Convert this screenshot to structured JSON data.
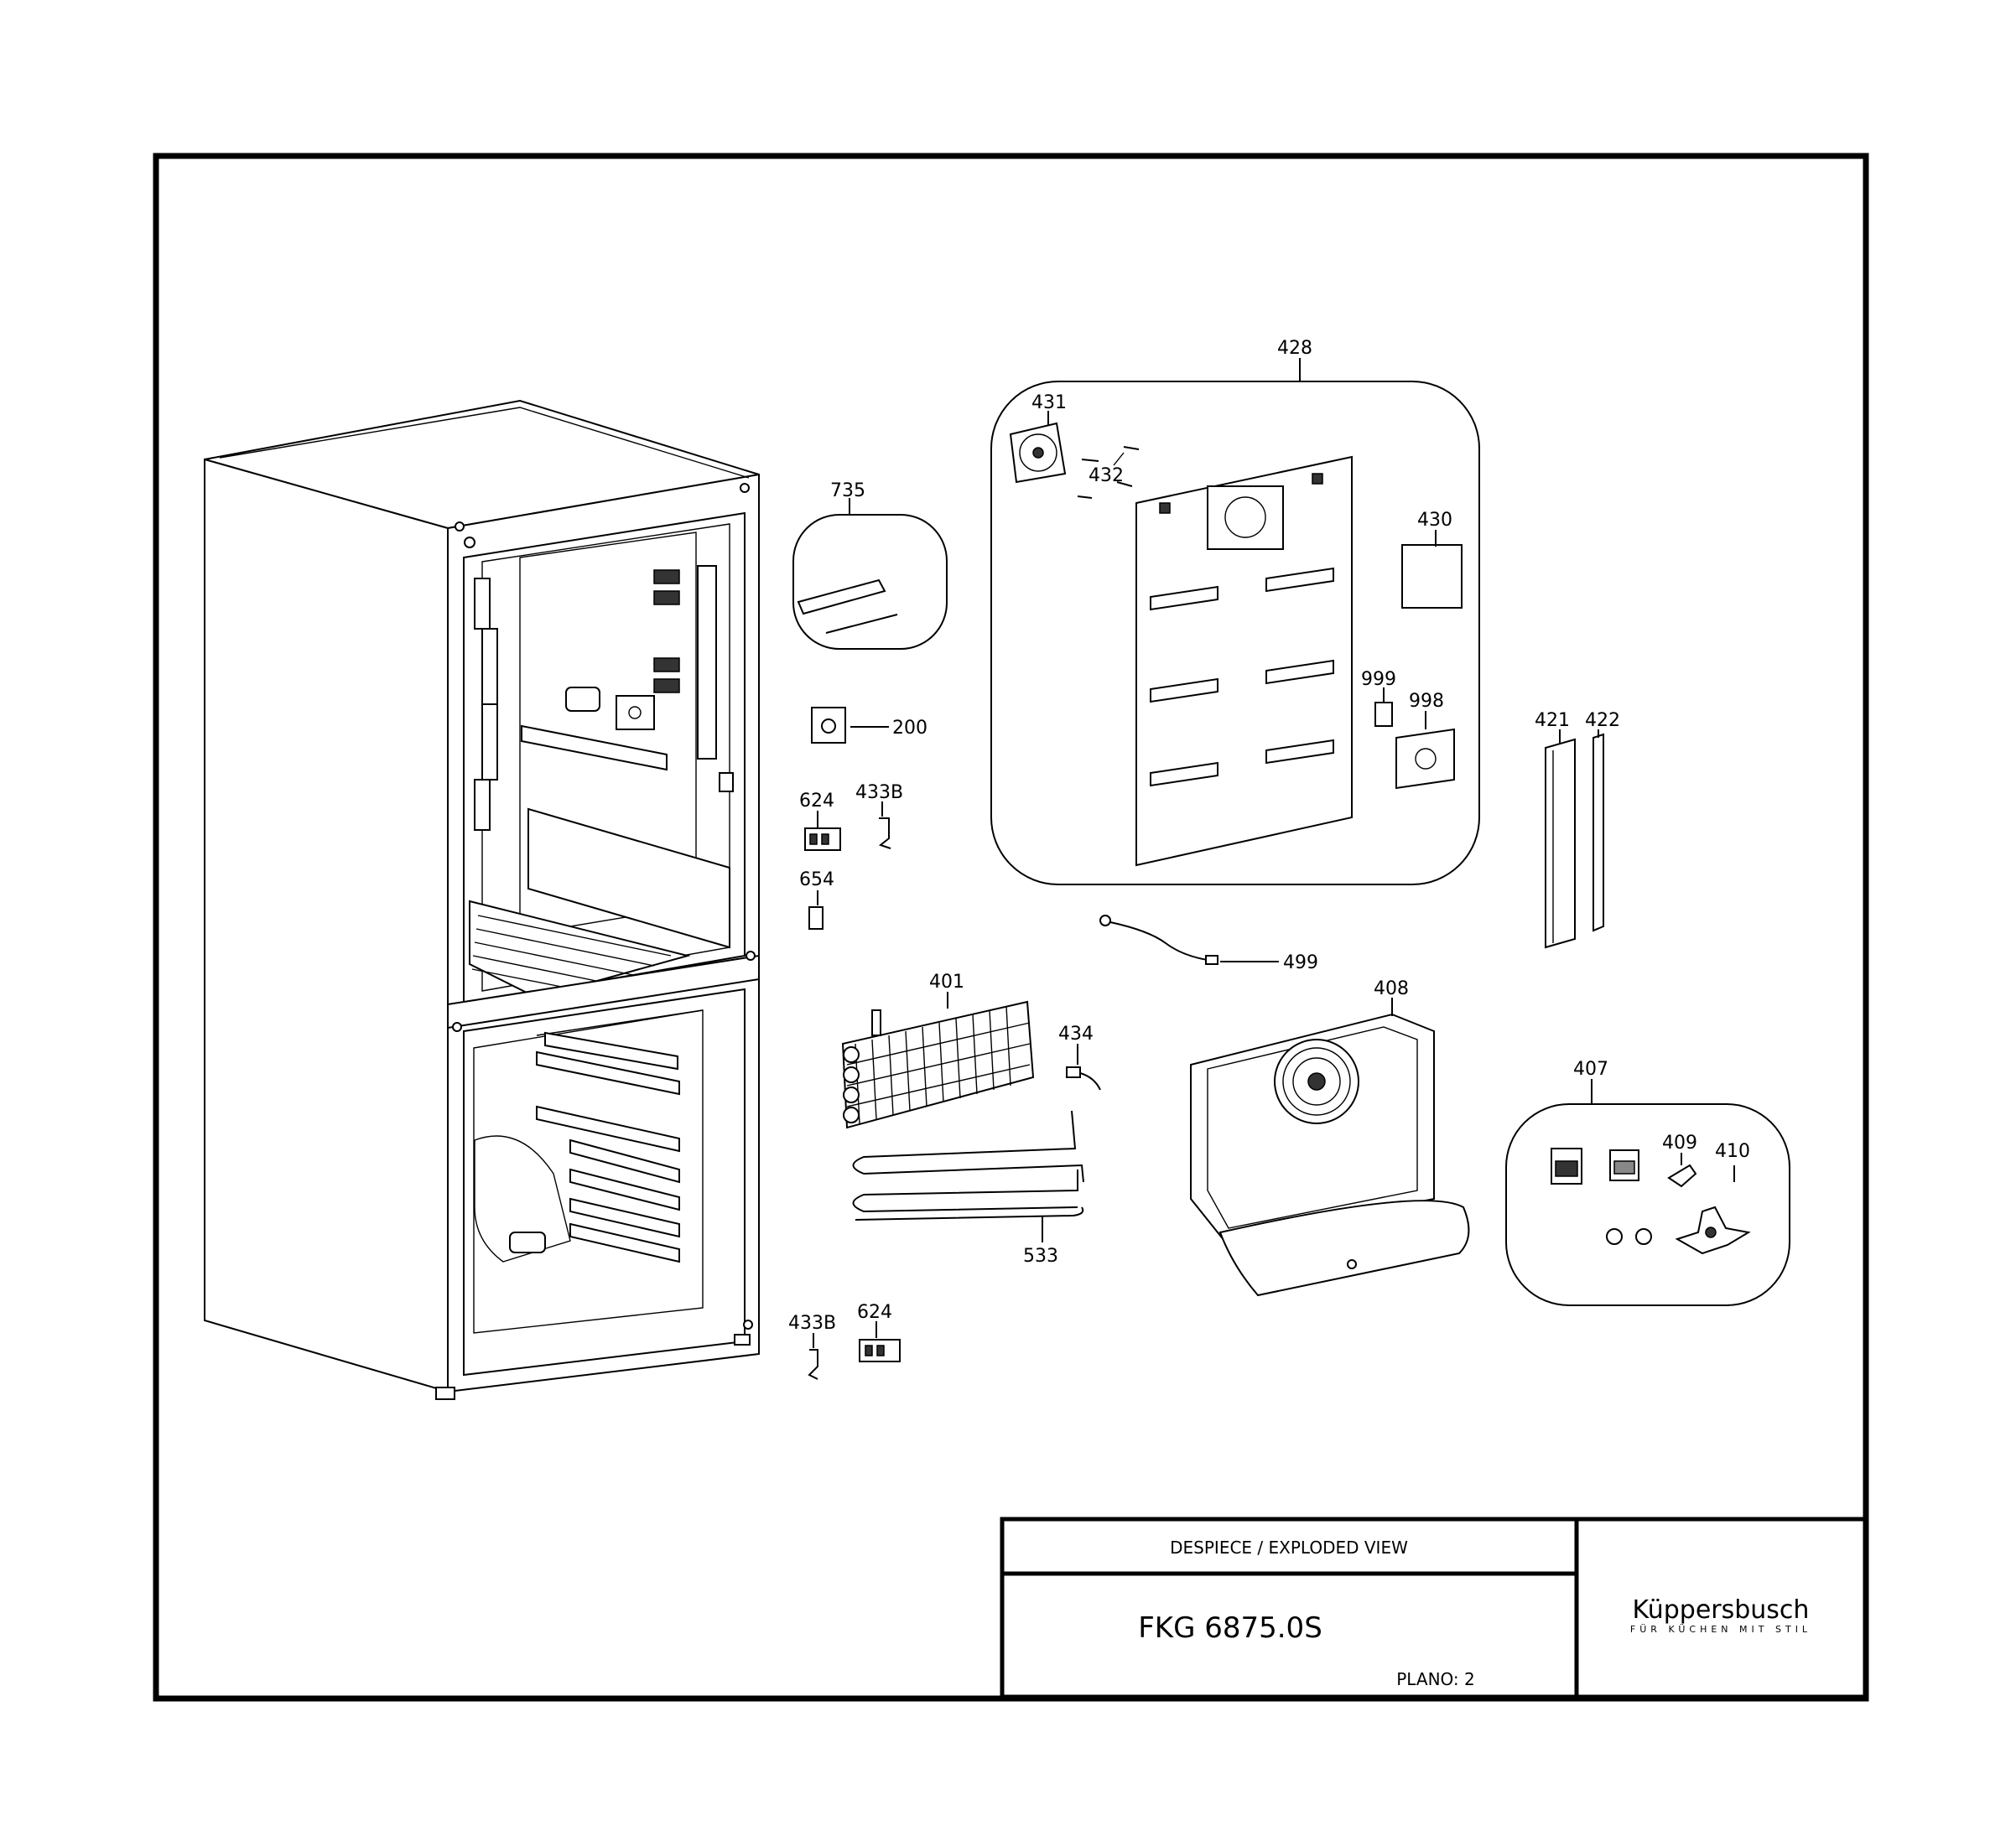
{
  "title_block": {
    "heading": "DESPIECE / EXPLODED VIEW",
    "model": "FKG 6875.0S",
    "plano": "PLANO: 2",
    "brand": "Küppersbusch",
    "tagline": "FÜR KÜCHEN MIT STIL"
  },
  "callouts": {
    "c735": "735",
    "c200": "200",
    "c624a": "624",
    "c433b_a": "433B",
    "c654": "654",
    "c428": "428",
    "c431": "431",
    "c432": "432",
    "c430": "430",
    "c999": "999",
    "c998": "998",
    "c421": "421",
    "c422": "422",
    "c499": "499",
    "c401": "401",
    "c434": "434",
    "c533": "533",
    "c408": "408",
    "c407": "407",
    "c409": "409",
    "c410": "410",
    "c433b_b": "433B",
    "c624b": "624"
  }
}
